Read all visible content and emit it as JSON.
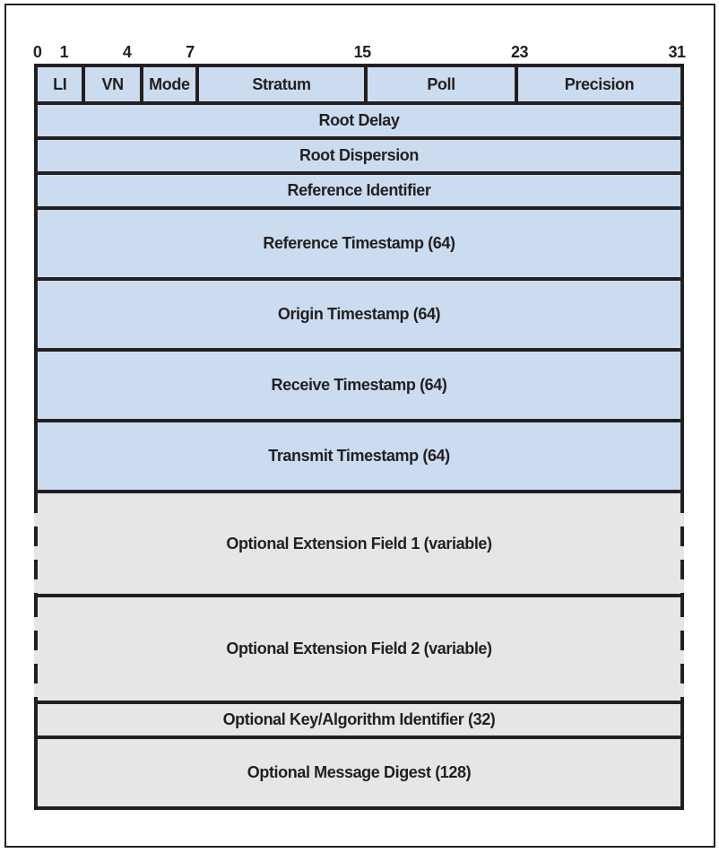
{
  "figure": {
    "title_semantic": "NTP packet header format",
    "colors": {
      "required_field_bg": "#ccdcf0",
      "optional_field_bg": "#e6e6e6",
      "line_and_text": "#231f20",
      "page_bg": "#ffffff"
    },
    "bit_labels": [
      "0",
      "1",
      "4",
      "7",
      "15",
      "23",
      "31"
    ],
    "header_fields": [
      {
        "label": "LI"
      },
      {
        "label": "VN"
      },
      {
        "label": "Mode"
      },
      {
        "label": "Stratum"
      },
      {
        "label": "Poll"
      },
      {
        "label": "Precision"
      }
    ],
    "rows": [
      {
        "label": "Root Delay"
      },
      {
        "label": "Root Dispersion"
      },
      {
        "label": "Reference Identifier"
      },
      {
        "label": "Reference Timestamp (64)"
      },
      {
        "label": "Origin Timestamp (64)"
      },
      {
        "label": "Receive Timestamp (64)"
      },
      {
        "label": "Transmit Timestamp (64)"
      },
      {
        "label": "Optional Extension Field 1 (variable)"
      },
      {
        "label": "Optional Extension Field 2 (variable)"
      },
      {
        "label": "Optional Key/Algorithm Identifier (32)"
      },
      {
        "label": "Optional Message Digest (128)"
      }
    ]
  }
}
